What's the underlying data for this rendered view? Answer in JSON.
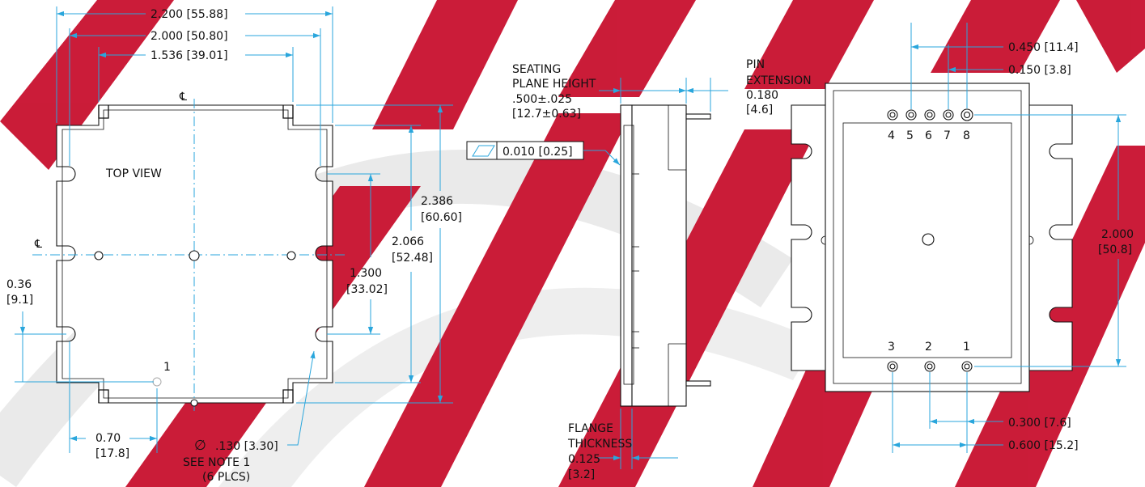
{
  "colors": {
    "dimension": "#2aa6dc",
    "outline": "#111111",
    "watermark": "#c8102e"
  },
  "watermark": {
    "kind": "logo"
  },
  "top_view": {
    "title": "TOP VIEW",
    "centerline_symbol": "℄",
    "pin1_label": "1",
    "dims": {
      "overall_width": "2.200 [55.88]",
      "hole_spacing": "2.000 [50.80]",
      "body_width": "1.536 [39.01]",
      "overall_height_in": "2.386",
      "overall_height_mm": "[60.60]",
      "slot_height_in": "2.066",
      "slot_height_mm": "[52.48]",
      "inner_slot_in": "1.300",
      "inner_slot_mm": "[33.02]",
      "pin_offset_y_in": "0.36",
      "pin_offset_y_mm": "[9.1]",
      "pin_offset_x_in": "0.70",
      "pin_offset_x_mm": "[17.8]"
    },
    "hole_note": {
      "symbol": "∅",
      "size": ".130 [3.30]",
      "line2": "SEE NOTE 1",
      "line3": "(6 PLCS)"
    }
  },
  "side_view": {
    "seating_line1": "SEATING",
    "seating_line2": "PLANE HEIGHT",
    "seating_line3": ".500±.025",
    "seating_line4": "[12.7±0.63]",
    "pin_ext_line1": "PIN",
    "pin_ext_line2": "EXTENSION",
    "pin_ext_line3": "0.180",
    "pin_ext_line4": "[4.6]",
    "flatness": "0.010 [0.25]",
    "flange_line1": "FLANGE",
    "flange_line2": "THICKNESS",
    "flange_line3": "0.125",
    "flange_line4": "[3.2]"
  },
  "bottom_view": {
    "top_pins": [
      "4",
      "5",
      "6",
      "7",
      "8"
    ],
    "bottom_pins": [
      "3",
      "2",
      "1"
    ],
    "dims": {
      "pin_span_top": "0.450 [11.4]",
      "pin_pitch_top": "0.150 [3.8]",
      "row_spacing_in": "2.000",
      "row_spacing_mm": "[50.8]",
      "pin_pitch_bottom": "0.300 [7.6]",
      "pin_span_bottom": "0.600 [15.2]"
    }
  }
}
